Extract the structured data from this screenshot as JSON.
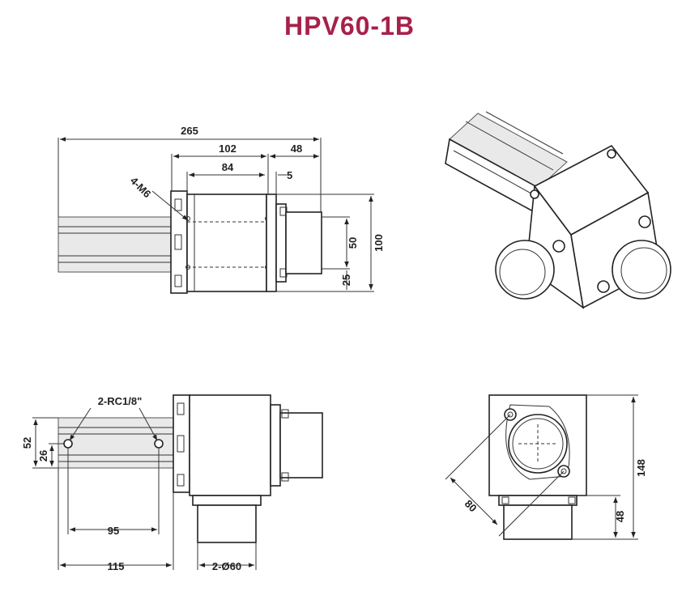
{
  "title": "HPV60-1B",
  "colors": {
    "title": "#a8204a",
    "line": "#222222"
  },
  "dims": {
    "overall_length": "265",
    "body_length": "102",
    "port_length": "48",
    "inner_length": "84",
    "gap": "5",
    "thread": "4-M6",
    "port_center": "50",
    "height_total": "100",
    "offset_25": "25",
    "rc_ports": "2-RC1/8\"",
    "width_52": "52",
    "offset_26": "26",
    "pitch_95": "95",
    "length_115": "115",
    "port_dia": "2-Ø60",
    "diag_80": "80",
    "height_148": "148",
    "height_48": "48"
  }
}
